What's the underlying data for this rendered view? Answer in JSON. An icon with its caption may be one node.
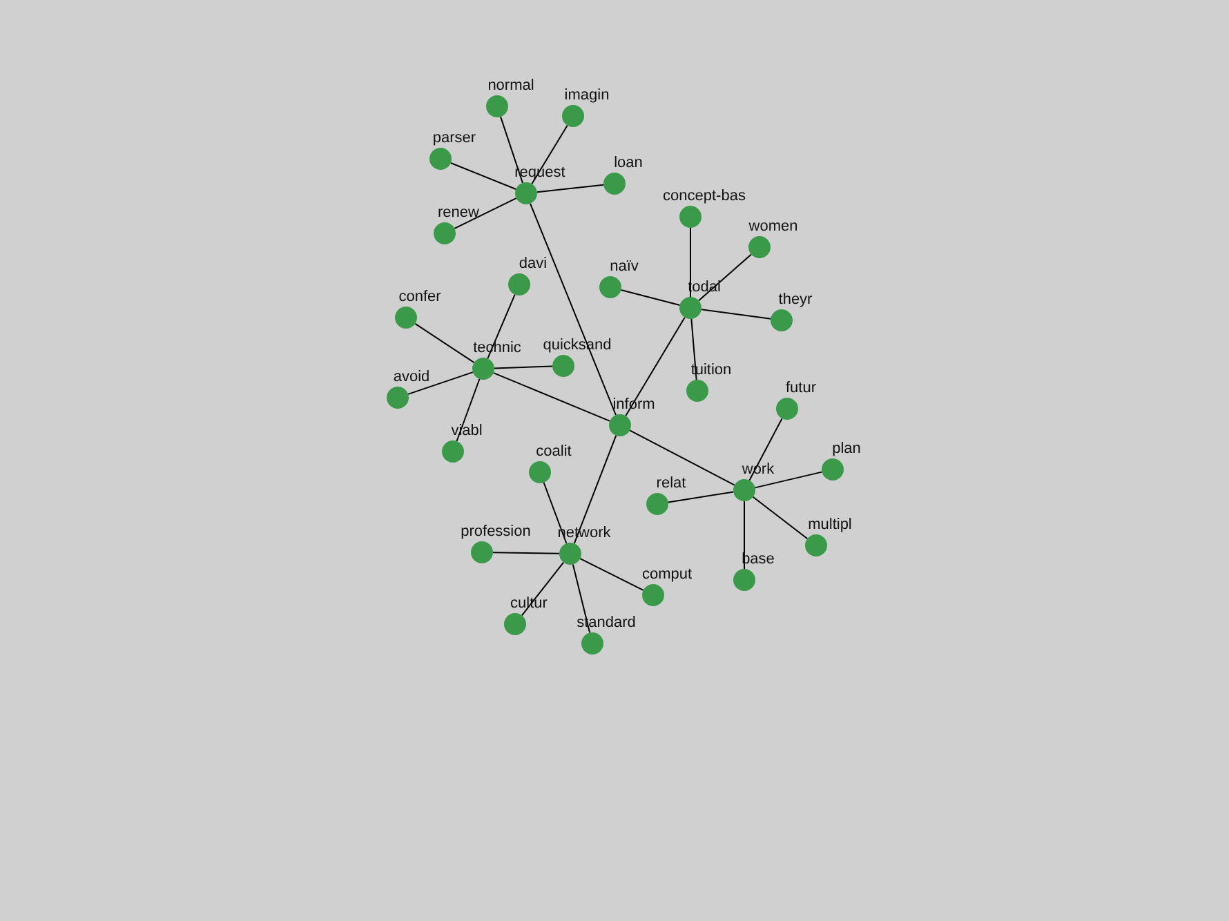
{
  "diagram": {
    "nodes": [
      {
        "text": [
          "normal"
        ]
      },
      {
        "text": [
          "imagin"
        ]
      },
      {
        "text": [
          "parser"
        ]
      },
      {
        "text": [
          "request"
        ]
      },
      {
        "text": [
          "loan"
        ]
      },
      {
        "text": [
          "renew"
        ]
      },
      {
        "text": [
          "concept-bas"
        ]
      },
      {
        "text": [
          "women"
        ]
      },
      {
        "text": [
          "davi"
        ]
      },
      {
        "text": [
          "naïv"
        ]
      },
      {
        "text": [
          "todai"
        ]
      },
      {
        "text": [
          "theyr"
        ]
      },
      {
        "text": [
          "confer"
        ]
      },
      {
        "text": [
          "technic"
        ]
      },
      {
        "text": [
          "quicksand"
        ]
      },
      {
        "text": [
          "avoid"
        ]
      },
      {
        "text": [
          "tuition"
        ]
      },
      {
        "text": [
          "inform"
        ]
      },
      {
        "text": [
          "futur"
        ]
      },
      {
        "text": [
          "viabl"
        ]
      },
      {
        "text": [
          "coalit"
        ]
      },
      {
        "text": [
          "plan"
        ]
      },
      {
        "text": [
          "relat"
        ]
      },
      {
        "text": [
          "work"
        ]
      },
      {
        "text": [
          "profession"
        ]
      },
      {
        "text": [
          "network"
        ]
      },
      {
        "text": [
          "multipl"
        ]
      },
      {
        "text": [
          "comput"
        ]
      },
      {
        "text": [
          "base"
        ]
      },
      {
        "text": [
          "cultur"
        ]
      },
      {
        "text": [
          "standard"
        ]
      }
    ],
    "edges": [
      {
        "from": 3,
        "to": 0,
        "arrow": "none"
      },
      {
        "from": 3,
        "to": 1,
        "arrow": "none"
      },
      {
        "from": 3,
        "to": 2,
        "arrow": "none"
      },
      {
        "from": 3,
        "to": 4,
        "arrow": "none"
      },
      {
        "from": 3,
        "to": 5,
        "arrow": "none"
      },
      {
        "from": 3,
        "to": 17,
        "arrow": "none"
      },
      {
        "from": 10,
        "to": 6,
        "arrow": "none"
      },
      {
        "from": 10,
        "to": 7,
        "arrow": "none"
      },
      {
        "from": 10,
        "to": 9,
        "arrow": "none"
      },
      {
        "from": 10,
        "to": 11,
        "arrow": "none"
      },
      {
        "from": 10,
        "to": 16,
        "arrow": "none"
      },
      {
        "from": 10,
        "to": 17,
        "arrow": "none"
      },
      {
        "from": 13,
        "to": 8,
        "arrow": "none"
      },
      {
        "from": 13,
        "to": 12,
        "arrow": "none"
      },
      {
        "from": 13,
        "to": 14,
        "arrow": "none"
      },
      {
        "from": 13,
        "to": 15,
        "arrow": "none"
      },
      {
        "from": 13,
        "to": 19,
        "arrow": "none"
      },
      {
        "from": 13,
        "to": 17,
        "arrow": "none"
      },
      {
        "from": 17,
        "to": 23,
        "arrow": "none"
      },
      {
        "from": 17,
        "to": 25,
        "arrow": "none"
      },
      {
        "from": 23,
        "to": 18,
        "arrow": "none"
      },
      {
        "from": 23,
        "to": 21,
        "arrow": "none"
      },
      {
        "from": 23,
        "to": 22,
        "arrow": "none"
      },
      {
        "from": 23,
        "to": 26,
        "arrow": "none"
      },
      {
        "from": 23,
        "to": 28,
        "arrow": "none"
      },
      {
        "from": 25,
        "to": 20,
        "arrow": "none"
      },
      {
        "from": 25,
        "to": 24,
        "arrow": "none"
      },
      {
        "from": 25,
        "to": 27,
        "arrow": "none"
      },
      {
        "from": 25,
        "to": 29,
        "arrow": "none"
      },
      {
        "from": 25,
        "to": 30,
        "arrow": "none"
      }
    ]
  }
}
